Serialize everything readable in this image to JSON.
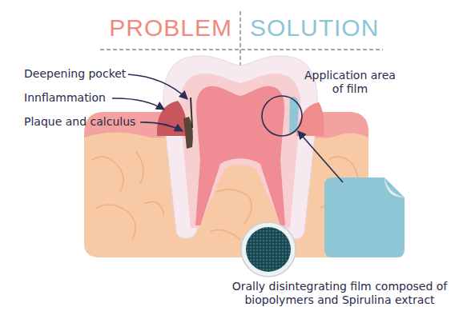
{
  "diagram": {
    "labels": [
      "PROBLEM",
      "SOLUTION",
      "Deepening pocket",
      "Innflammation",
      "Plaque and calculus",
      "Application area of film",
      "Orally disintegrating film composed of biopolymers and Spirulina extract"
    ]
  }
}
